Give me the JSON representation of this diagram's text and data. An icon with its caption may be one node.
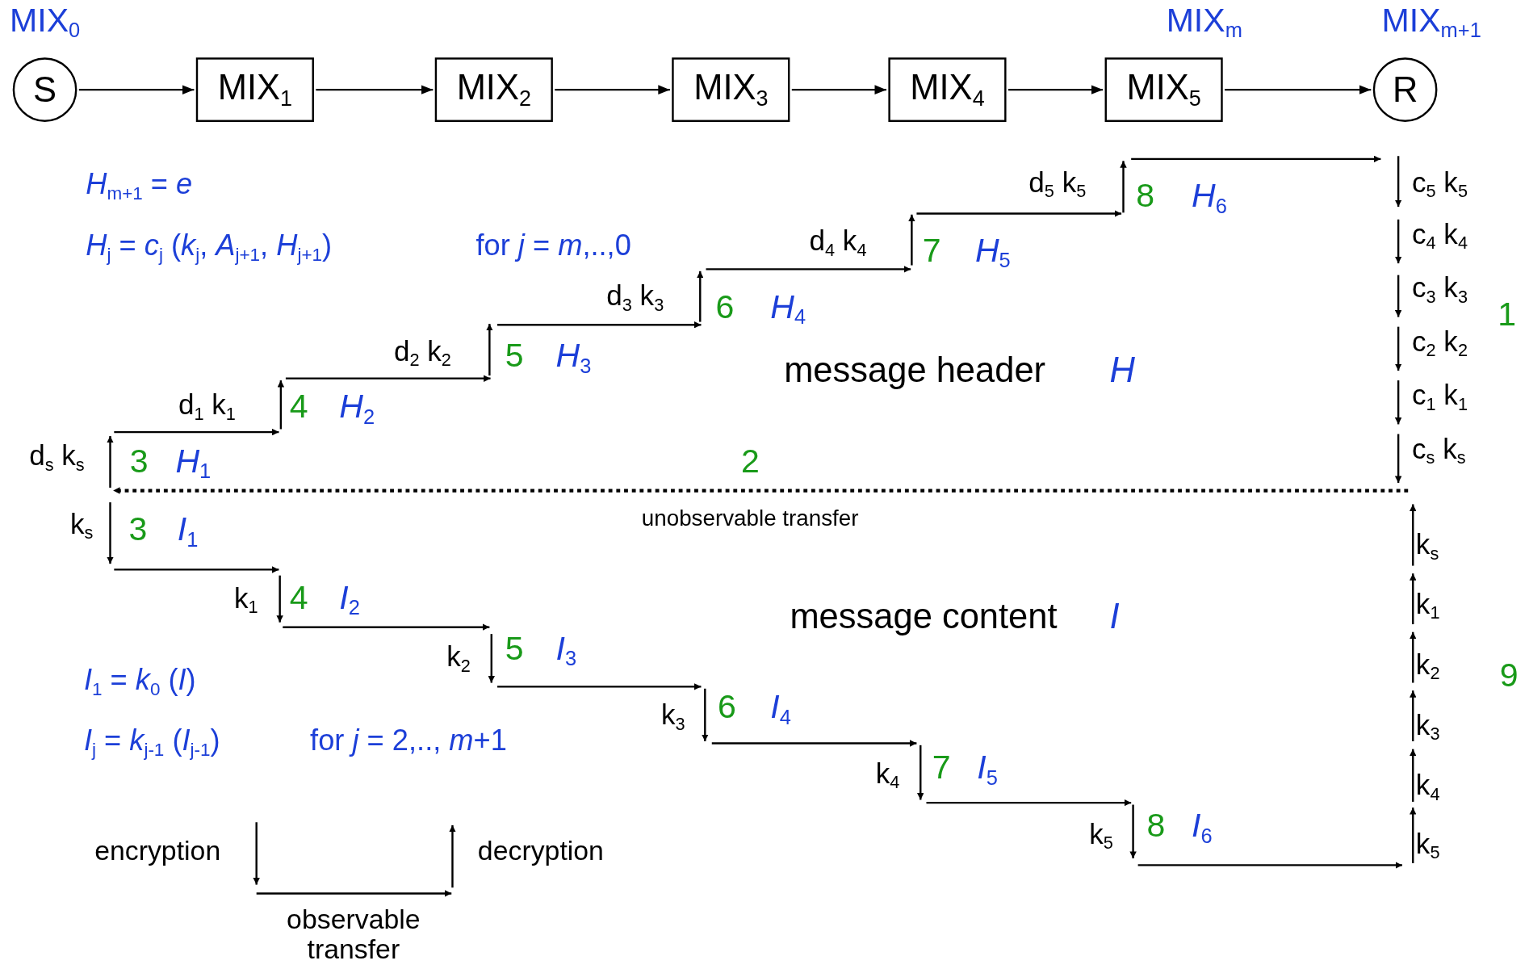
{
  "diagram": {
    "nodes": [
      {
        "text": [
          "S"
        ],
        "beside": [
          "MIX$_{0}$"
        ]
      },
      {
        "text": [
          "MIX$_{1}$"
        ]
      },
      {
        "text": [
          "MIX$_{2}$"
        ]
      },
      {
        "text": [
          "MIX$_{3}$"
        ]
      },
      {
        "text": [
          "MIX$_{4}$"
        ]
      },
      {
        "text": [
          "MIX$_{5}$"
        ],
        "beside": [
          "MIX$_{m}$"
        ]
      },
      {
        "text": [
          "R"
        ],
        "beside": [
          "MIX$_{m+1}$"
        ]
      }
    ],
    "edges": [
      {
        "from": 0,
        "to": 1,
        "arrow": "to"
      },
      {
        "from": 1,
        "to": 2,
        "arrow": "to"
      },
      {
        "from": 2,
        "to": 3,
        "arrow": "to"
      },
      {
        "from": 3,
        "to": 4,
        "arrow": "to"
      },
      {
        "from": 4,
        "to": 5,
        "arrow": "to"
      },
      {
        "from": 5,
        "to": 6,
        "arrow": "to"
      }
    ],
    "labels": [
      "*H*$_{m+1}$ = *e*",
      "*H*$_{j}$ = *c*$_{j}$ (*k*$_{j}$, *A*$_{j+1}$, *H*$_{j+1}$)",
      "for *j* = *m*,..,0",
      "d$_{5}$ k$_{5}$",
      "8",
      "*H*$_{6}$",
      "c$_{5}$ k$_{5}$",
      "d$_{4}$ k$_{4}$",
      "7",
      "*H*$_{5}$",
      "c$_{4}$ k$_{4}$",
      "d$_{3}$ k$_{3}$",
      "6",
      "*H*$_{4}$",
      "c$_{3}$ k$_{3}$",
      "1",
      "d$_{2}$ k$_{2}$",
      "5",
      "*H*$_{3}$",
      "c$_{2}$ k$_{2}$",
      "message header",
      "*H*",
      "d$_{1}$ k$_{1}$",
      "4",
      "*H*$_{2}$",
      "c$_{1}$ k$_{1}$",
      "d$_{s}$ k$_{s}$",
      "3",
      "*H*$_{1}$",
      "2",
      "c$_{s}$ k$_{s}$",
      "unobservable transfer",
      "k$_{s}$",
      "3",
      "*I*$_{1}$",
      "k$_{s}$",
      "k$_{1}$",
      "4",
      "*I*$_{2}$",
      "k$_{1}$",
      "message content",
      "*I*",
      "*I*$_{1}$ = *k*$_{0}$ (*I*)",
      "k$_{2}$",
      "5",
      "*I*$_{3}$",
      "k$_{2}$",
      "9",
      "k$_{3}$",
      "6",
      "*I*$_{4}$",
      "k$_{3}$",
      "*I*$_{j}$ = *k*$_{j-1}$ (*I*$_{j-1}$)",
      "for *j* = 2,.., *m*+1",
      "k$_{4}$",
      "7",
      "*I*$_{5}$",
      "k$_{4}$",
      "k$_{5}$",
      "8",
      "*I*$_{6}$",
      "k$_{5}$"
    ],
    "legend": [
      {
        "text": "encryption"
      },
      {
        "text": "decryption"
      },
      {
        "text": "observable transfer"
      }
    ]
  }
}
